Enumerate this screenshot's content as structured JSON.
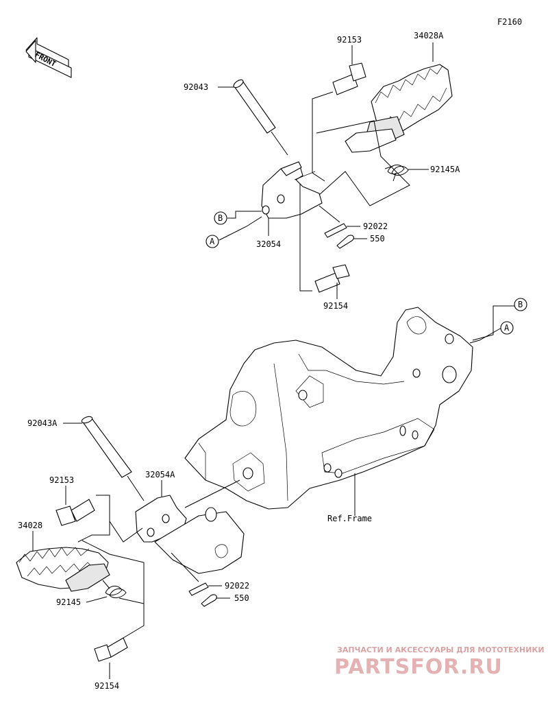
{
  "figure_code": "F2160",
  "front_label": "FRONT",
  "ref_frame_label": "Ref.Frame",
  "callouts": {
    "c_92153_top": "92153",
    "c_34028A": "34028A",
    "c_92043": "92043",
    "c_92145A": "92145A",
    "c_92022_top": "92022",
    "c_550_top": "550",
    "c_32054": "32054",
    "c_92154_top": "92154",
    "c_92043A": "92043A",
    "c_92153_bot": "92153",
    "c_32054A": "32054A",
    "c_34028": "34028",
    "c_92145": "92145",
    "c_92022_bot": "92022",
    "c_550_bot": "550",
    "c_92154_bot": "92154"
  },
  "refs": {
    "A_left": "A",
    "B_left": "B",
    "A_right": "A",
    "B_right": "B"
  },
  "watermark": {
    "tagline": "ЗАПЧАСТИ И АКСЕССУАРЫ ДЛЯ МОТОТЕХНИКИ",
    "logo": "PARTSFOR.RU"
  }
}
